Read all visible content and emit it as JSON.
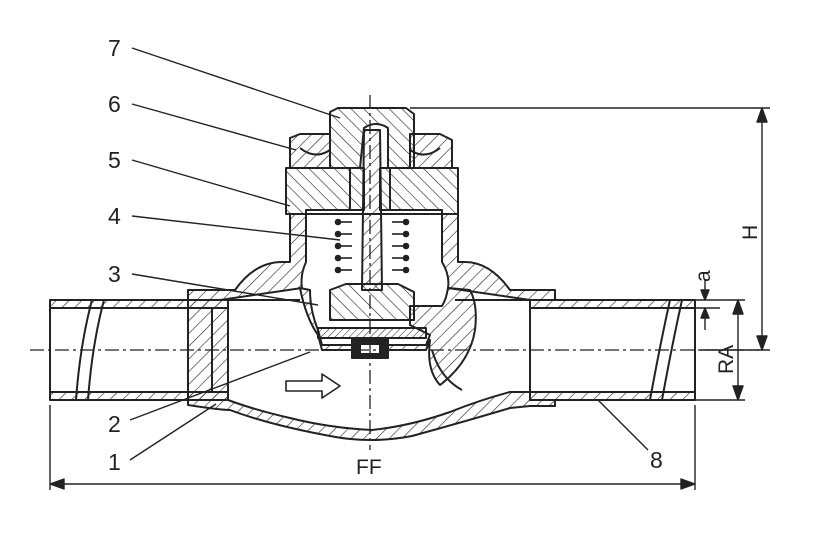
{
  "part_numbers": {
    "p1": "1",
    "p2": "2",
    "p3": "3",
    "p4": "4",
    "p5": "5",
    "p6": "6",
    "p7": "7",
    "p8": "8"
  },
  "dimensions": {
    "ff": "FF",
    "h": "H",
    "ra": "RA",
    "a": "a"
  },
  "colors": {
    "line": "#222222",
    "background": "#ffffff"
  },
  "icons": {
    "flow_direction": "flow-arrow-icon"
  }
}
